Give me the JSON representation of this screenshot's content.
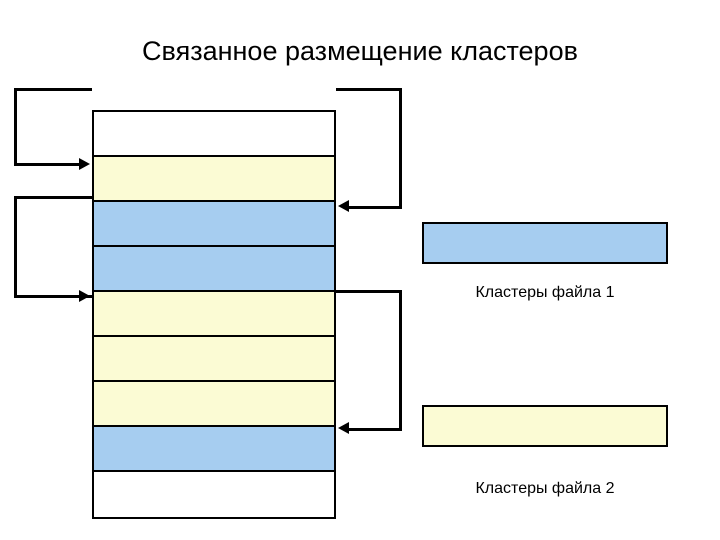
{
  "slide": {
    "title": "Связанное размещение кластеров",
    "background": "#ffffff"
  },
  "colors": {
    "file1": "#a6cdf0",
    "file2": "#fbfbd4",
    "empty": "#ffffff",
    "outline": "#000000",
    "text": "#000000"
  },
  "diagram": {
    "column_label": "cluster-column",
    "cells": [
      {
        "index": 1,
        "fill": "#ffffff",
        "type": "empty"
      },
      {
        "index": 2,
        "fill": "#fbfbd4",
        "type": "file2"
      },
      {
        "index": 3,
        "fill": "#a6cdf0",
        "type": "file1"
      },
      {
        "index": 4,
        "fill": "#a6cdf0",
        "type": "file1"
      },
      {
        "index": 5,
        "fill": "#fbfbd4",
        "type": "file2"
      },
      {
        "index": 6,
        "fill": "#fbfbd4",
        "type": "file2"
      },
      {
        "index": 7,
        "fill": "#fbfbd4",
        "type": "file2"
      },
      {
        "index": 8,
        "fill": "#a6cdf0",
        "type": "file1"
      },
      {
        "index": 9,
        "fill": "#ffffff",
        "type": "empty"
      }
    ]
  },
  "legend": [
    {
      "id": "file1",
      "label": "Кластеры файла 1",
      "fill": "#a6cdf0"
    },
    {
      "id": "file2",
      "label": "Кластеры файла 2",
      "fill": "#fbfbd4"
    }
  ]
}
